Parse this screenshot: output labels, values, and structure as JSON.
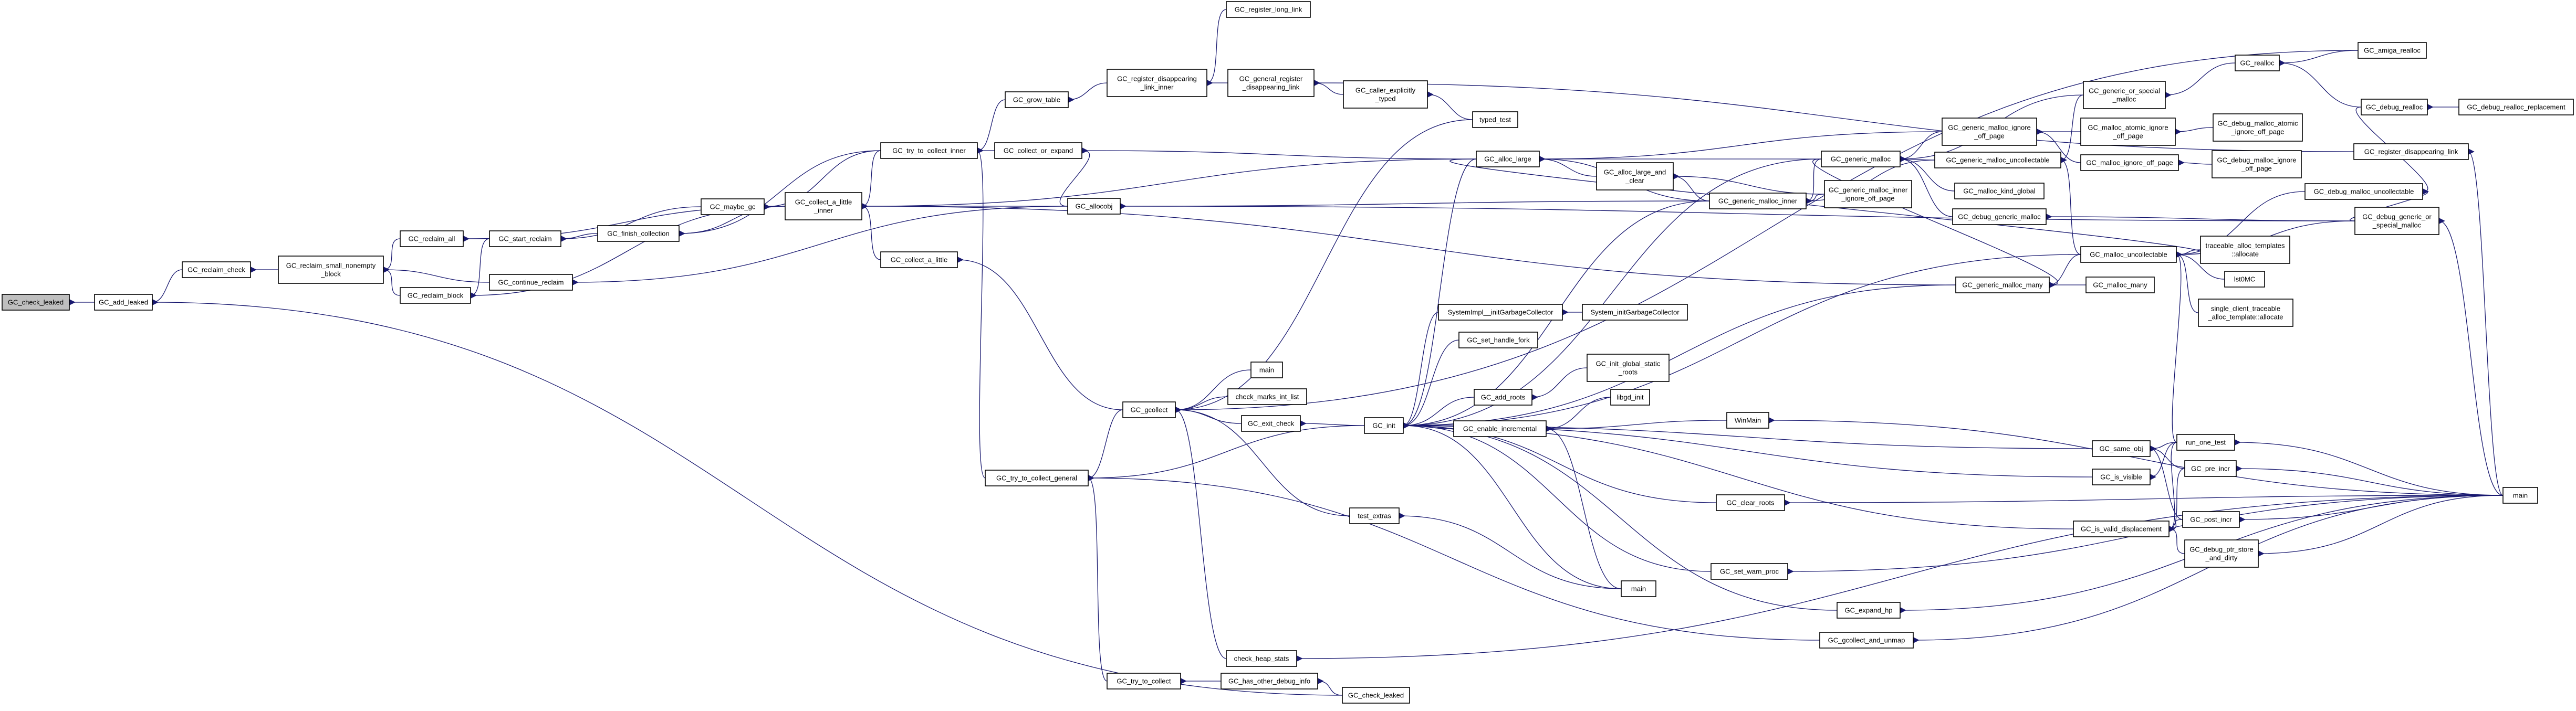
{
  "graph": {
    "colors": {
      "edge": "#191970",
      "node_border": "#000000",
      "node_fill": "#ffffff",
      "focus_fill": "#bfbfbf"
    },
    "nodes": [
      {
        "id": "GC_check_leaked_root",
        "lines": [
          "GC_check_leaked"
        ],
        "focus": true
      },
      {
        "id": "GC_add_leaked",
        "lines": [
          "GC_add_leaked"
        ]
      },
      {
        "id": "GC_reclaim_check",
        "lines": [
          "GC_reclaim_check"
        ]
      },
      {
        "id": "GC_reclaim_small_nonempty_block",
        "lines": [
          "GC_reclaim_small_nonempty",
          "_block"
        ]
      },
      {
        "id": "GC_reclaim_block",
        "lines": [
          "GC_reclaim_block"
        ]
      },
      {
        "id": "GC_reclaim_all",
        "lines": [
          "GC_reclaim_all"
        ]
      },
      {
        "id": "GC_start_reclaim",
        "lines": [
          "GC_start_reclaim"
        ]
      },
      {
        "id": "GC_continue_reclaim",
        "lines": [
          "GC_continue_reclaim"
        ]
      },
      {
        "id": "GC_finish_collection",
        "lines": [
          "GC_finish_collection"
        ]
      },
      {
        "id": "GC_maybe_gc",
        "lines": [
          "GC_maybe_gc"
        ]
      },
      {
        "id": "GC_collect_a_little_inner",
        "lines": [
          "GC_collect_a_little",
          "_inner"
        ]
      },
      {
        "id": "GC_try_to_collect_inner",
        "lines": [
          "GC_try_to_collect_inner"
        ]
      },
      {
        "id": "GC_collect_a_little",
        "lines": [
          "GC_collect_a_little"
        ]
      },
      {
        "id": "GC_grow_table",
        "lines": [
          "GC_grow_table"
        ]
      },
      {
        "id": "GC_collect_or_expand",
        "lines": [
          "GC_collect_or_expand"
        ]
      },
      {
        "id": "GC_allocobj",
        "lines": [
          "GC_allocobj"
        ]
      },
      {
        "id": "GC_register_disappearing_link_inner",
        "lines": [
          "GC_register_disappearing",
          "_link_inner"
        ]
      },
      {
        "id": "GC_register_long_link",
        "lines": [
          "GC_register_long_link"
        ]
      },
      {
        "id": "GC_general_register_disappearing_link",
        "lines": [
          "GC_general_register",
          "_disappearing_link"
        ]
      },
      {
        "id": "GC_caller_explicitly_typed",
        "lines": [
          "GC_caller_explicitly",
          "_typed"
        ]
      },
      {
        "id": "typed_test",
        "lines": [
          "typed_test"
        ]
      },
      {
        "id": "GC_gcollect",
        "lines": [
          "GC_gcollect"
        ]
      },
      {
        "id": "main_a",
        "lines": [
          "main"
        ]
      },
      {
        "id": "check_marks_int_list",
        "lines": [
          "check_marks_int_list"
        ]
      },
      {
        "id": "GC_exit_check",
        "lines": [
          "GC_exit_check"
        ]
      },
      {
        "id": "test_extras",
        "lines": [
          "test_extras"
        ]
      },
      {
        "id": "check_heap_stats",
        "lines": [
          "check_heap_stats"
        ]
      },
      {
        "id": "GC_try_to_collect_general",
        "lines": [
          "GC_try_to_collect_general"
        ]
      },
      {
        "id": "GC_try_to_collect",
        "lines": [
          "GC_try_to_collect"
        ]
      },
      {
        "id": "GC_has_other_debug_info",
        "lines": [
          "GC_has_other_debug_info"
        ]
      },
      {
        "id": "GC_check_leaked_b",
        "lines": [
          "GC_check_leaked"
        ]
      },
      {
        "id": "GC_init",
        "lines": [
          "GC_init"
        ]
      },
      {
        "id": "GC_alloc_large",
        "lines": [
          "GC_alloc_large"
        ]
      },
      {
        "id": "GC_alloc_large_and_clear",
        "lines": [
          "GC_alloc_large_and",
          "_clear"
        ]
      },
      {
        "id": "SystemImpl_InitGarbageCollector",
        "lines": [
          "SystemImpl__initGarbageCollector"
        ]
      },
      {
        "id": "System_initGarbageCollector",
        "lines": [
          "System_initGarbageCollector"
        ]
      },
      {
        "id": "GC_set_handle_fork",
        "lines": [
          "GC_set_handle_fork"
        ]
      },
      {
        "id": "GC_add_roots",
        "lines": [
          "GC_add_roots"
        ]
      },
      {
        "id": "GC_init_global_static_roots",
        "lines": [
          "GC_init_global_static",
          "_roots"
        ]
      },
      {
        "id": "libgd_init",
        "lines": [
          "libgd_init"
        ]
      },
      {
        "id": "GC_enable_incremental",
        "lines": [
          "GC_enable_incremental"
        ]
      },
      {
        "id": "WinMain",
        "lines": [
          "WinMain"
        ]
      },
      {
        "id": "GC_clear_roots",
        "lines": [
          "GC_clear_roots"
        ]
      },
      {
        "id": "main_b",
        "lines": [
          "main"
        ]
      },
      {
        "id": "GC_set_warn_proc",
        "lines": [
          "GC_set_warn_proc"
        ]
      },
      {
        "id": "GC_expand_hp",
        "lines": [
          "GC_expand_hp"
        ]
      },
      {
        "id": "GC_gcollect_and_unmap",
        "lines": [
          "GC_gcollect_and_unmap"
        ]
      },
      {
        "id": "GC_generic_malloc_inner",
        "lines": [
          "GC_generic_malloc_inner"
        ]
      },
      {
        "id": "GC_generic_malloc_inner_ignore_off_page",
        "lines": [
          "GC_generic_malloc_inner",
          "_ignore_off_page"
        ]
      },
      {
        "id": "GC_generic_malloc",
        "lines": [
          "GC_generic_malloc"
        ]
      },
      {
        "id": "GC_generic_malloc_many",
        "lines": [
          "GC_generic_malloc_many"
        ]
      },
      {
        "id": "GC_malloc_many",
        "lines": [
          "GC_malloc_many"
        ]
      },
      {
        "id": "GC_generic_malloc_ignore_off_page",
        "lines": [
          "GC_generic_malloc_ignore",
          "_off_page"
        ]
      },
      {
        "id": "GC_generic_malloc_uncollectable",
        "lines": [
          "GC_generic_malloc_uncollectable"
        ]
      },
      {
        "id": "GC_malloc_kind_global",
        "lines": [
          "GC_malloc_kind_global"
        ]
      },
      {
        "id": "GC_debug_generic_malloc",
        "lines": [
          "GC_debug_generic_malloc"
        ]
      },
      {
        "id": "GC_malloc_uncollectable",
        "lines": [
          "GC_malloc_uncollectable"
        ]
      },
      {
        "id": "GC_generic_or_special_malloc",
        "lines": [
          "GC_generic_or_special",
          "_malloc"
        ]
      },
      {
        "id": "GC_malloc_atomic_ignore_off_page",
        "lines": [
          "GC_malloc_atomic_ignore",
          "_off_page"
        ]
      },
      {
        "id": "GC_malloc_ignore_off_page",
        "lines": [
          "GC_malloc_ignore_off_page"
        ]
      },
      {
        "id": "GC_debug_malloc_atomic_ignore_off_page",
        "lines": [
          "GC_debug_malloc_atomic",
          "_ignore_off_page"
        ]
      },
      {
        "id": "GC_debug_malloc_ignore_off_page",
        "lines": [
          "GC_debug_malloc_ignore",
          "_off_page"
        ]
      },
      {
        "id": "GC_realloc",
        "lines": [
          "GC_realloc"
        ]
      },
      {
        "id": "GC_amiga_realloc",
        "lines": [
          "GC_amiga_realloc"
        ]
      },
      {
        "id": "GC_debug_realloc",
        "lines": [
          "GC_debug_realloc"
        ]
      },
      {
        "id": "GC_debug_realloc_replacement",
        "lines": [
          "GC_debug_realloc_replacement"
        ]
      },
      {
        "id": "GC_register_disappearing_link",
        "lines": [
          "GC_register_disappearing_link"
        ]
      },
      {
        "id": "GC_debug_malloc_uncollectable",
        "lines": [
          "GC_debug_malloc_uncollectable"
        ]
      },
      {
        "id": "GC_debug_generic_or_special_malloc",
        "lines": [
          "GC_debug_generic_or",
          "_special_malloc"
        ]
      },
      {
        "id": "traceable_allocator",
        "lines": [
          "traceable_alloc_templates",
          "::allocate"
        ]
      },
      {
        "id": "lst0MC",
        "lines": [
          "lst0MC"
        ]
      },
      {
        "id": "single_client_traceable_allocator",
        "lines": [
          "single_client_traceable",
          "_alloc_template::allocate"
        ]
      },
      {
        "id": "GC_same_obj",
        "lines": [
          "GC_same_obj"
        ]
      },
      {
        "id": "GC_is_visible",
        "lines": [
          "GC_is_visible"
        ]
      },
      {
        "id": "GC_is_valid_displacement",
        "lines": [
          "GC_is_valid_displacement"
        ]
      },
      {
        "id": "run_one_test",
        "lines": [
          "run_one_test"
        ]
      },
      {
        "id": "GC_pre_incr",
        "lines": [
          "GC_pre_incr"
        ]
      },
      {
        "id": "GC_post_incr",
        "lines": [
          "GC_post_incr"
        ]
      },
      {
        "id": "GC_debug_ptr_store_and_dirty",
        "lines": [
          "GC_debug_ptr_store",
          "_and_dirty"
        ]
      },
      {
        "id": "main_c",
        "lines": [
          "main"
        ]
      }
    ]
  }
}
